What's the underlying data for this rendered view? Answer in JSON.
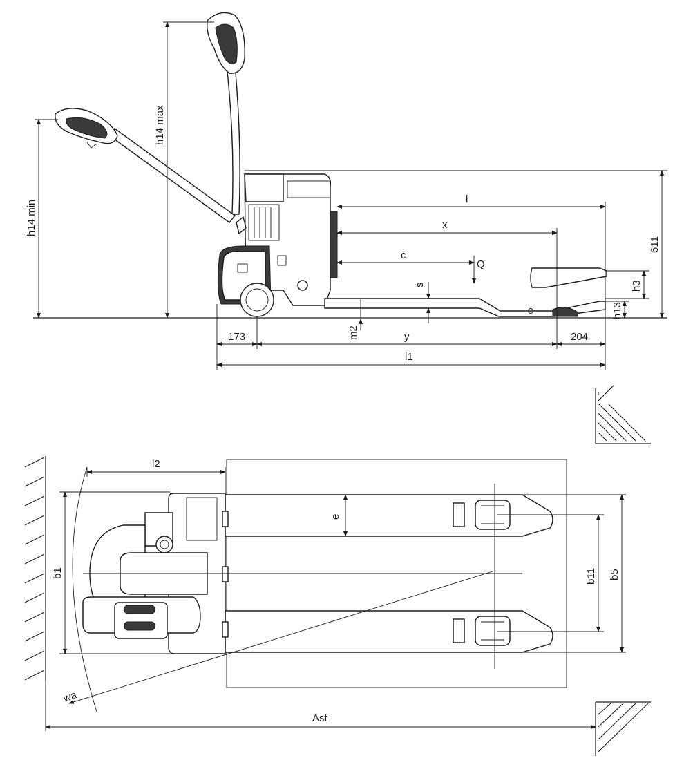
{
  "side_view": {
    "labels": {
      "h14_max": "h14 max",
      "h14_min": "h14 min",
      "l": "l",
      "x": "x",
      "c": "c",
      "Q": "Q",
      "s": "s",
      "h3": "h3",
      "h13": "h13",
      "dim_611": "611",
      "m2": "m2",
      "dim_173": "173",
      "y": "y",
      "dim_204": "204",
      "l1": "l1"
    }
  },
  "top_view": {
    "labels": {
      "l2": "l2",
      "e": "e",
      "b1": "b1",
      "b11": "b11",
      "b5": "b5",
      "wa": "wa",
      "Ast": "Ast"
    }
  }
}
